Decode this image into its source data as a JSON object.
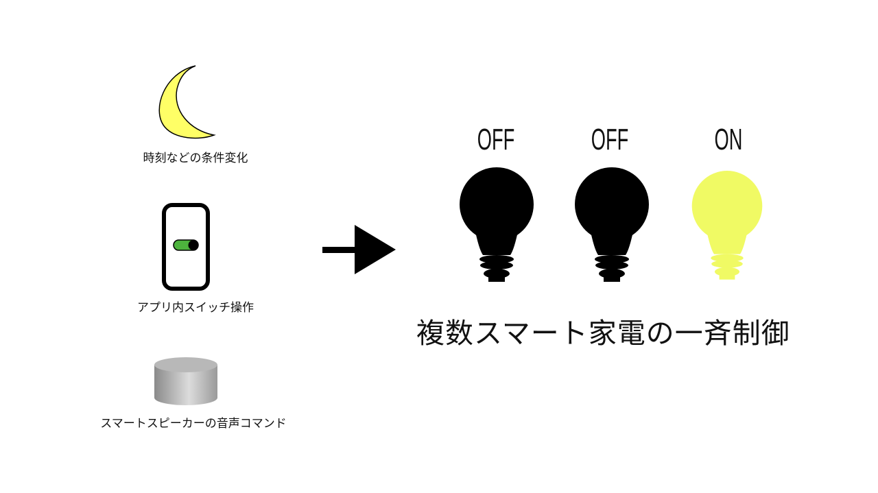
{
  "triggers": [
    {
      "label": "時刻などの条件変化",
      "icon": "moon-icon"
    },
    {
      "label": "アプリ内スイッチ操作",
      "icon": "smartphone-toggle-icon"
    },
    {
      "label": "スマートスピーカーの音声コマンド",
      "icon": "smart-speaker-icon"
    }
  ],
  "bulbs": [
    {
      "state": "OFF",
      "color": "#000000"
    },
    {
      "state": "OFF",
      "color": "#000000"
    },
    {
      "state": "ON",
      "color": "#f0fa64"
    }
  ],
  "title": "複数スマート家電の一斉制御",
  "colors": {
    "moon": "#ffff66",
    "toggle": "#4db33d"
  }
}
